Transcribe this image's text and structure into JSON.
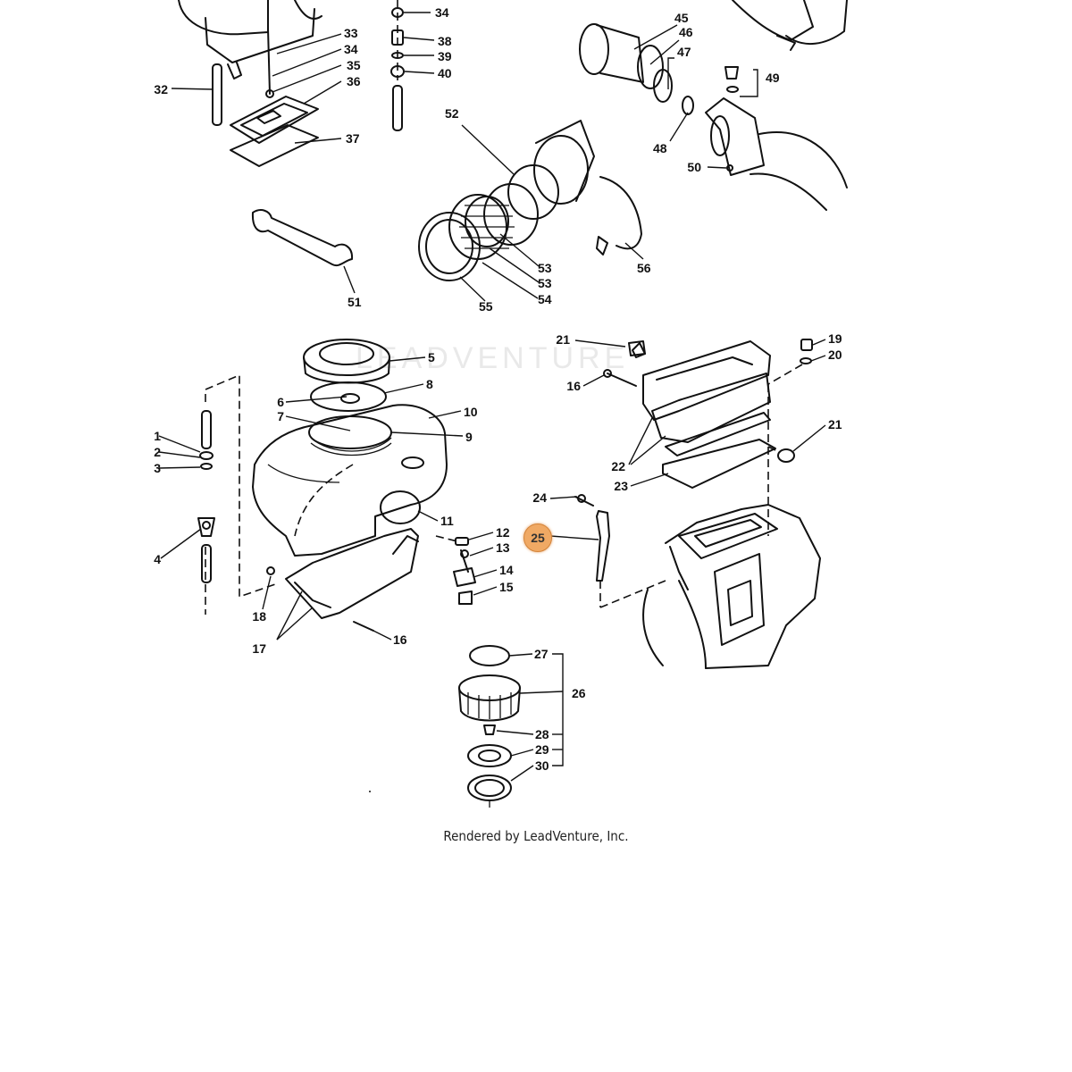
{
  "watermark": "LEADVENTURE",
  "footer": "Rendered by LeadVenture, Inc.",
  "highlighted_part": "25",
  "callouts": {
    "c1": "1",
    "c2": "2",
    "c3": "3",
    "c4": "4",
    "c5": "5",
    "c6": "6",
    "c7": "7",
    "c8": "8",
    "c9": "9",
    "c10": "10",
    "c11": "11",
    "c12": "12",
    "c13": "13",
    "c14": "14",
    "c15": "15",
    "c16a": "16",
    "c16b": "16",
    "c17": "17",
    "c18": "18",
    "c19": "19",
    "c20": "20",
    "c21a": "21",
    "c21b": "21",
    "c22": "22",
    "c23": "23",
    "c24": "24",
    "c26": "26",
    "c27": "27",
    "c28": "28",
    "c29": "29",
    "c30": "30",
    "c32": "32",
    "c33": "33",
    "c34a": "34",
    "c34b": "34",
    "c35": "35",
    "c36": "36",
    "c37": "37",
    "c38": "38",
    "c39": "39",
    "c40": "40",
    "c45": "45",
    "c46": "46",
    "c47": "47",
    "c48": "48",
    "c49": "49",
    "c50": "50",
    "c51": "51",
    "c52": "52",
    "c53a": "53",
    "c53b": "53",
    "c54": "54",
    "c55": "55",
    "c56": "56"
  }
}
